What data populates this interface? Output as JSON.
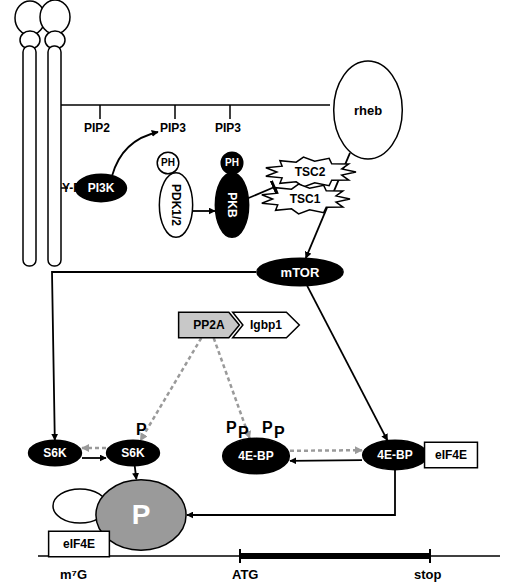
{
  "diagram": {
    "nodes": [
      {
        "text": [
          "PI3K"
        ]
      },
      {
        "text": [
          "PH"
        ]
      },
      {
        "text": [
          "PDK1/2"
        ]
      },
      {
        "text": [
          "PH"
        ]
      },
      {
        "text": [
          "PKB"
        ]
      },
      {
        "text": [
          "TSC2"
        ]
      },
      {
        "text": [
          "TSC1"
        ]
      },
      {
        "text": [
          "rheb"
        ]
      },
      {
        "text": [
          "mTOR"
        ]
      },
      {
        "text": [
          "PP2A"
        ]
      },
      {
        "text": [
          "Igbp1"
        ]
      },
      {
        "text": [
          "S6K"
        ]
      },
      {
        "text": [
          "S6K"
        ]
      },
      {
        "text": [
          "4E-BP"
        ]
      },
      {
        "text": [
          "4E-BP"
        ]
      },
      {
        "text": [
          "eIF4E"
        ]
      },
      {
        "text": [
          "P"
        ]
      },
      {
        "text": [
          "eIF4E"
        ]
      }
    ],
    "edges": [
      {
        "from": 2,
        "to": 4,
        "arrow": "to"
      },
      {
        "from": 4,
        "to": 5,
        "arrow": "to"
      },
      {
        "from": 7,
        "to": 8,
        "arrow": "to"
      },
      {
        "from": 8,
        "to": 11,
        "arrow": "to"
      },
      {
        "from": 8,
        "to": 14,
        "arrow": "to"
      },
      {
        "from": 11,
        "to": 12,
        "arrow": "to"
      },
      {
        "from": 12,
        "to": 11,
        "arrow": "to"
      },
      {
        "from": 9,
        "to": 12,
        "arrow": "to"
      },
      {
        "from": 9,
        "to": 13,
        "arrow": "to"
      },
      {
        "from": 14,
        "to": 13,
        "arrow": "to"
      },
      {
        "from": 13,
        "to": 14,
        "arrow": "to"
      },
      {
        "from": 12,
        "to": 16,
        "arrow": "to"
      },
      {
        "from": 14,
        "to": 16,
        "arrow": "to"
      }
    ],
    "labels": [
      "PIP2",
      "PIP3",
      "PIP3",
      "Y-P",
      "P",
      "P",
      "P",
      "P",
      "P",
      "m⁷G",
      "ATG",
      "stop"
    ]
  }
}
